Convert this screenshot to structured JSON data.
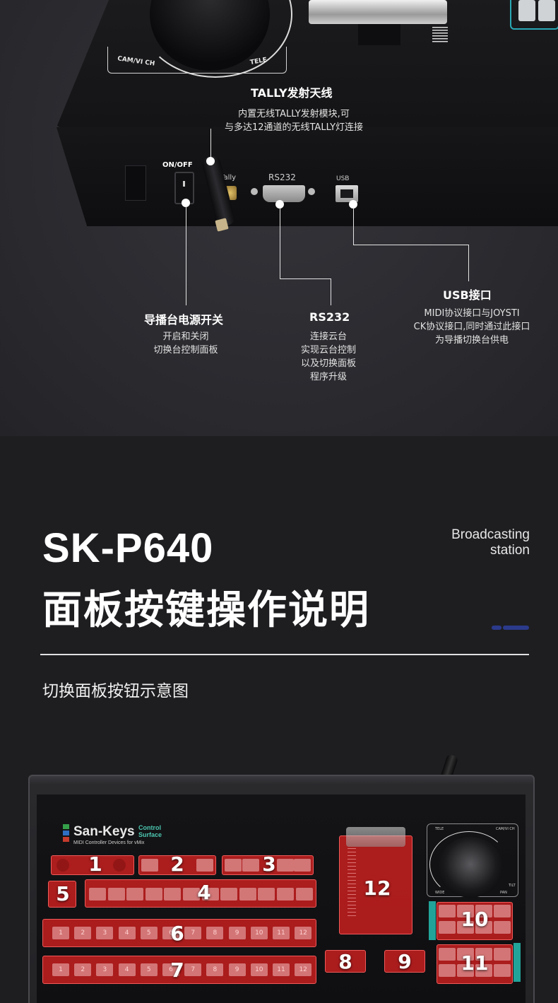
{
  "rear_panel": {
    "joystick_labels": {
      "left": "CAM/VI CH",
      "right": "TELE"
    },
    "port_labels": {
      "power": "ON/OFF",
      "tally": "Tally",
      "rs232": "RS232",
      "usb": "USB"
    },
    "callouts": {
      "tally": {
        "title": "TALLY发射天线",
        "desc": "内置无线TALLY发射模块,可\n与多达12通道的无线TALLY灯连接"
      },
      "power": {
        "title": "导播台电源开关",
        "desc": "开启和关闭\n切换台控制面板"
      },
      "rs232": {
        "title": "RS232",
        "desc": "连接云台\n实现云台控制\n以及切换面板\n程序升级"
      },
      "usb": {
        "title": "USB接口",
        "desc": "MIDI协议接口与JOYSTI\nCK协议接口,同时通过此接口\n为导播切换台供电"
      }
    }
  },
  "header": {
    "model": "SK-P640",
    "title": "面板按键操作说明",
    "side_text_line1": "Broadcasting",
    "side_text_line2": "station",
    "subtitle": "切换面板按钮示意图",
    "accent_color": "#2b3a8a"
  },
  "front_panel": {
    "logo": {
      "brand": "San-Keys",
      "tag_line1": "Control",
      "tag_line2": "Surface",
      "sub": "MIDI Controller Devices for vMix"
    },
    "joystick_labels": {
      "tele": "TELE",
      "cam": "CAM/VI CH",
      "wide": "WIDE",
      "tilt": "TILT",
      "pan": "PAN"
    },
    "zones": [
      "1",
      "2",
      "3",
      "4",
      "5",
      "6",
      "7",
      "8",
      "9",
      "10",
      "11",
      "12"
    ],
    "row6_keys": [
      "1",
      "2",
      "3",
      "4",
      "5",
      "6",
      "7",
      "8",
      "9",
      "10",
      "11",
      "12"
    ],
    "row7_keys": [
      "1",
      "2",
      "3",
      "4",
      "5",
      "6",
      "7",
      "8",
      "9",
      "10",
      "11",
      "12"
    ],
    "highlight_color": "#d72020"
  }
}
